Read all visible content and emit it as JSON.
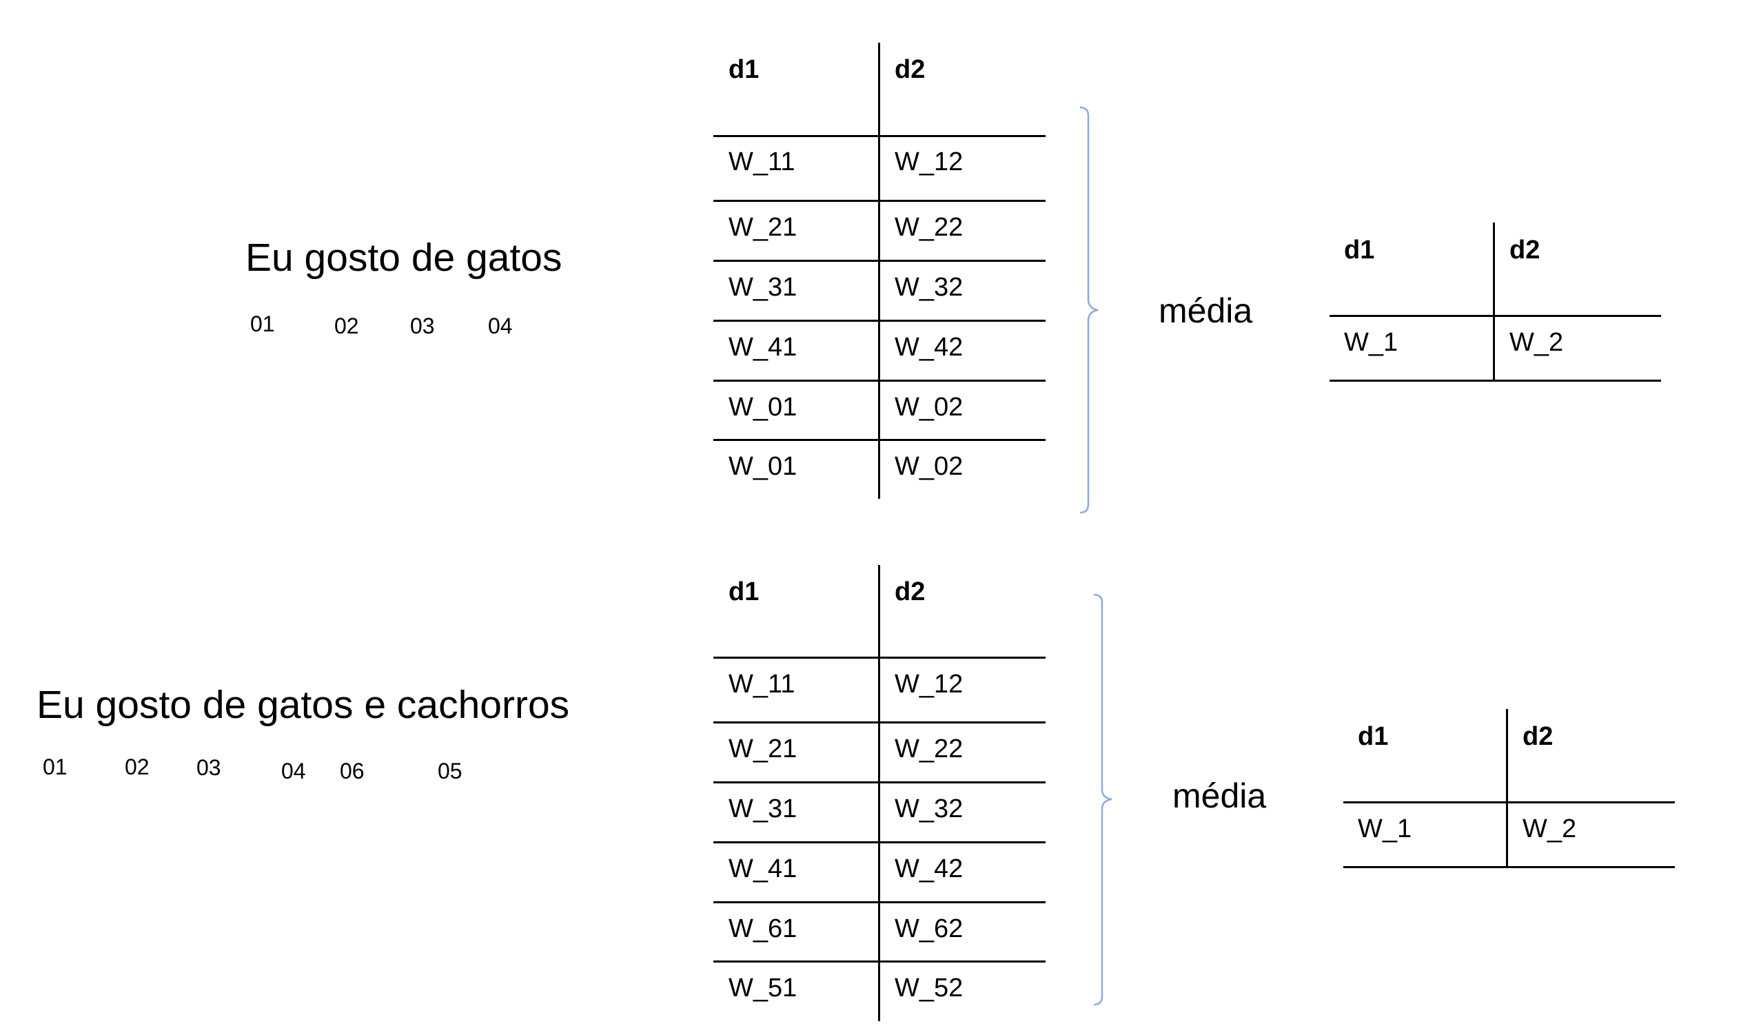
{
  "examples": [
    {
      "sentence": "Eu gosto de gatos",
      "tokens": [
        "01",
        "02",
        "03",
        "04"
      ],
      "embedding_table": {
        "headers": [
          "d1",
          "d2"
        ],
        "rows": [
          [
            "W_11",
            "W_12"
          ],
          [
            "W_21",
            "W_22"
          ],
          [
            "W_31",
            "W_32"
          ],
          [
            "W_41",
            "W_42"
          ],
          [
            "W_01",
            "W_02"
          ],
          [
            "W_01",
            "W_02"
          ]
        ]
      },
      "operation": "média",
      "result_table": {
        "headers": [
          "d1",
          "d2"
        ],
        "rows": [
          [
            "W_1",
            "W_2"
          ]
        ]
      }
    },
    {
      "sentence": "Eu gosto de gatos e cachorros",
      "tokens": [
        "01",
        "02",
        "03",
        "04",
        "06",
        "05"
      ],
      "embedding_table": {
        "headers": [
          "d1",
          "d2"
        ],
        "rows": [
          [
            "W_11",
            "W_12"
          ],
          [
            "W_21",
            "W_22"
          ],
          [
            "W_31",
            "W_32"
          ],
          [
            "W_41",
            "W_42"
          ],
          [
            "W_61",
            "W_62"
          ],
          [
            "W_51",
            "W_52"
          ]
        ]
      },
      "operation": "média",
      "result_table": {
        "headers": [
          "d1",
          "d2"
        ],
        "rows": [
          [
            "W_1",
            "W_2"
          ]
        ]
      }
    }
  ],
  "colors": {
    "brace": "#8eaadb",
    "lines": "#000000"
  }
}
